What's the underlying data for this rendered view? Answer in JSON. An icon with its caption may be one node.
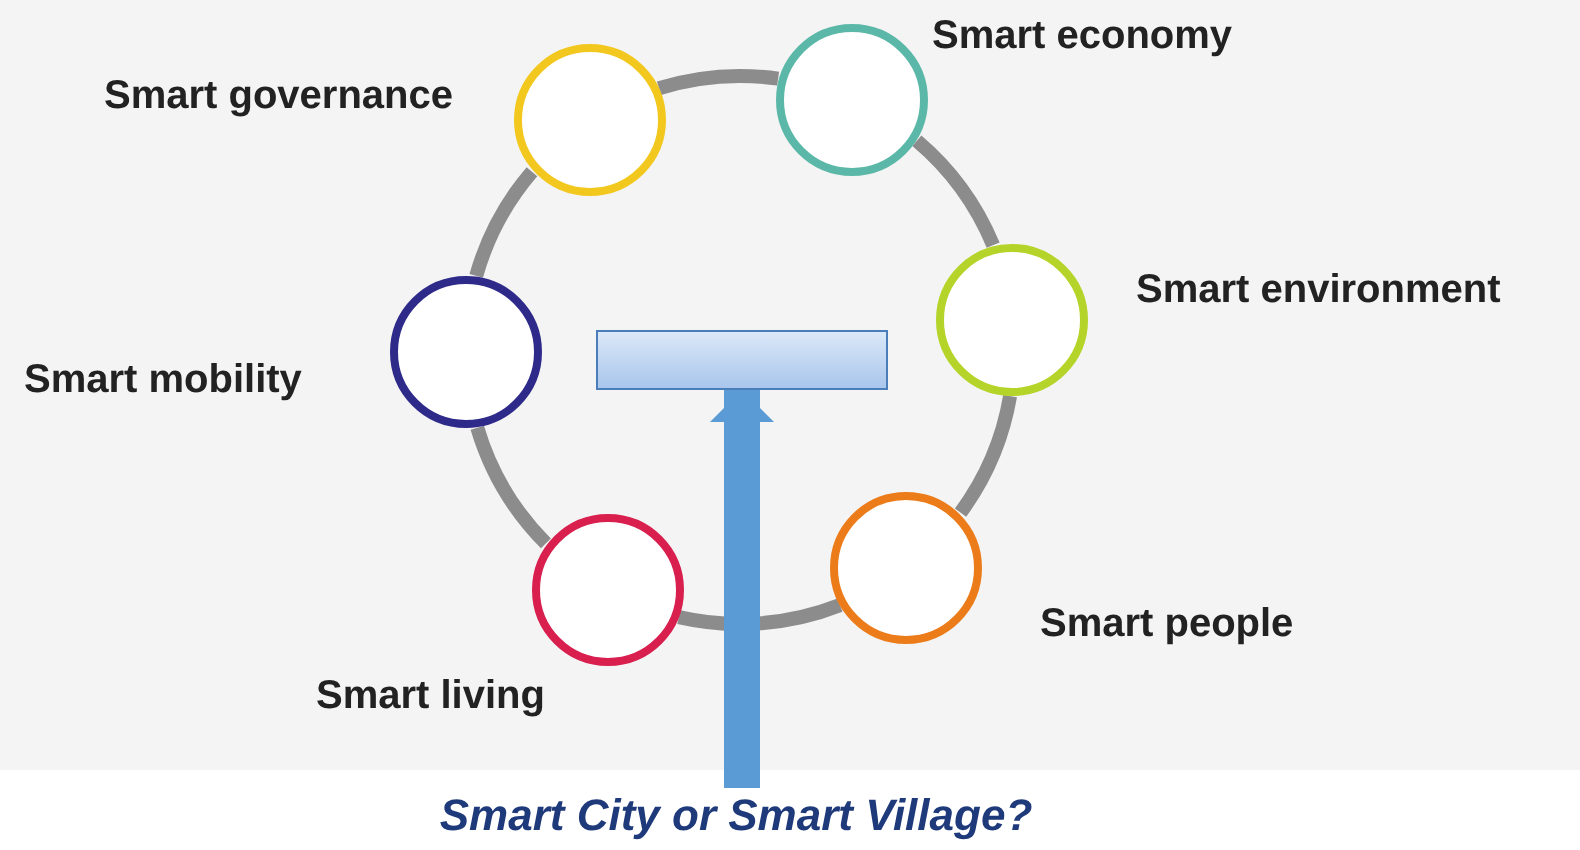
{
  "diagram": {
    "nodes": [
      {
        "text": [
          "Smart governance"
        ]
      },
      {
        "text": [
          "Smart economy"
        ]
      },
      {
        "text": [
          "Smart environment"
        ]
      },
      {
        "text": [
          "Smart mobility"
        ]
      },
      {
        "text": [],
        "shape": "box"
      },
      {
        "text": [
          "Smart people"
        ]
      },
      {
        "text": [
          "Smart living"
        ]
      },
      {
        "text": [
          "Smart City or Smart Village?"
        ]
      }
    ],
    "edges": [
      {
        "from": 0,
        "to": 1,
        "arrow": "none"
      },
      {
        "from": 1,
        "to": 2,
        "arrow": "none"
      },
      {
        "from": 2,
        "to": 5,
        "arrow": "none"
      },
      {
        "from": 5,
        "to": 6,
        "arrow": "none"
      },
      {
        "from": 6,
        "to": 3,
        "arrow": "none"
      },
      {
        "from": 3,
        "to": 0,
        "arrow": "none"
      },
      {
        "from": 7,
        "to": 4,
        "arrow": "to",
        "style": "thick",
        "color": "#5b9bd5"
      }
    ]
  }
}
